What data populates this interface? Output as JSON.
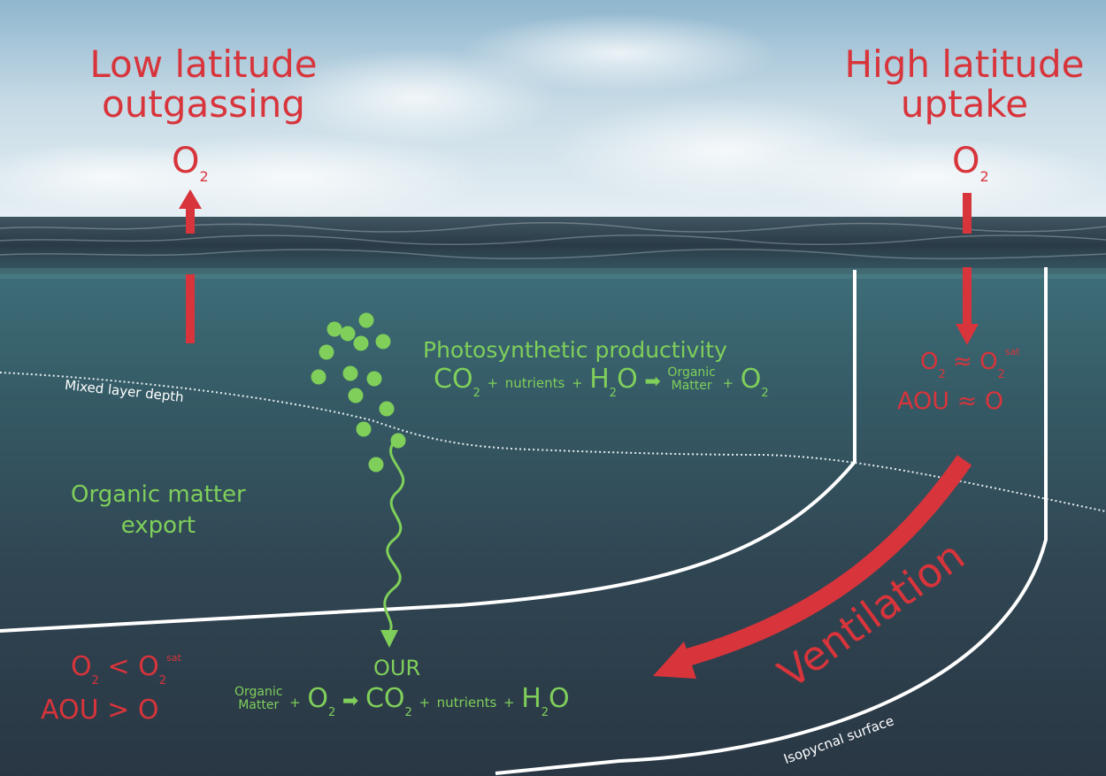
{
  "labels": {
    "low_title_line1": "Low latitude",
    "low_title_line2": "outgassing",
    "high_title_line1": "High latitude",
    "high_title_line2": "uptake",
    "o2_main": "O",
    "o2_sub": "2",
    "photosynthetic": "Photosynthetic productivity",
    "mixed_layer": "Mixed layer depth",
    "organic_export_line1": "Organic matter",
    "organic_export_line2": "export",
    "ventilation": "Ventilation",
    "isopycnal": "Isopycnal surface",
    "our": "OUR"
  },
  "equations": {
    "co2": "CO",
    "sub2": "2",
    "plus": "+",
    "nutrients": "nutrients",
    "h2o_h": "H",
    "h2o_o": "O",
    "organic": "Organic",
    "matter": "Matter",
    "o": "O",
    "sat": "sat",
    "approx": "≈",
    "less": "<",
    "aou": "AOU",
    "greater": ">",
    "zero": "O"
  },
  "colors": {
    "red": "#d8343b",
    "green": "#7fcf5a",
    "white": "#ffffff",
    "sky_top": "#8fb7cf",
    "sea_deep": "#2c3d4a"
  },
  "icons": {
    "arrow_up": "arrow-up-icon",
    "arrow_down": "arrow-down-icon",
    "arrow_right": "arrow-right-icon",
    "ventilation_arrow": "curved-arrow-icon"
  }
}
